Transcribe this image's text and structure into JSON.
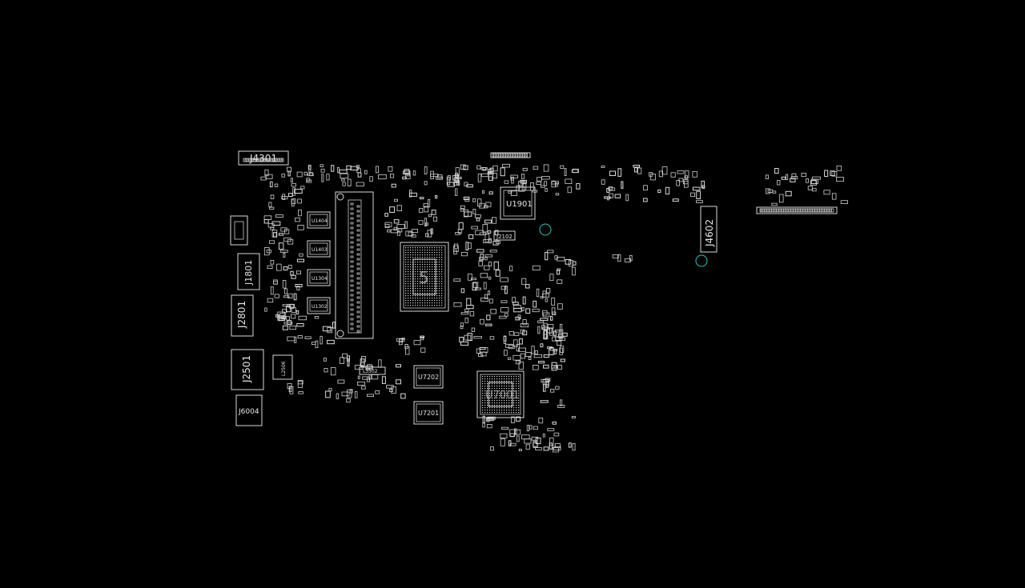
{
  "board": {
    "labels": {
      "j4301": "J4301",
      "j1801": "J1801",
      "j2801": "J2801",
      "j2501": "J2501",
      "j6004": "J6004",
      "l2506": "L2506",
      "u1404": "U1404",
      "u1403": "U1403",
      "u1304": "U1304",
      "u1302": "U1302",
      "u1901": "U1901",
      "u7202": "U7202",
      "u7201": "U7201",
      "u7001": "U7001",
      "j4602": "J4602",
      "j2102": "J2102",
      "l3302": "L3302",
      "cpu": "5"
    },
    "colors": {
      "background": "#000000",
      "outline": "#d9d9d9",
      "via": "#2ec4c4",
      "accent_red": "#c25a6a"
    }
  }
}
